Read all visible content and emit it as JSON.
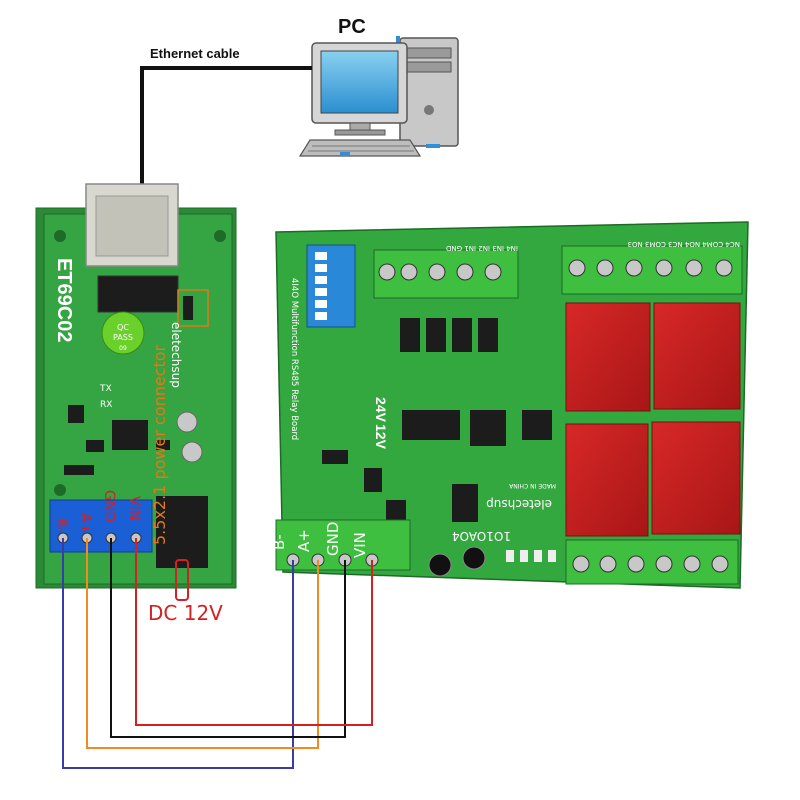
{
  "labels": {
    "pc": "PC",
    "ethernet": "Ethernet cable",
    "power_connector": "5.5x2.1 power connector",
    "dc": "DC 12V"
  },
  "left_board": {
    "model": "ET69C02",
    "brand": "eletechsup",
    "qc_1": "QC",
    "qc_2": "PASS",
    "qc_3": "09",
    "tx": "TX",
    "rx": "RX",
    "terminals": [
      "B-",
      "A+",
      "GND",
      "VIN"
    ]
  },
  "right_board": {
    "model": "1O1OAO4",
    "brand": "eletechsup",
    "made": "MADE IN CHINA",
    "title": "4I4O Multifunction RS485 Relay Board",
    "v24": "24V",
    "v12": "12V",
    "top_labels": "IN4   IN3   IN2   IN1   GND",
    "relay_labels": "NC4 COM4 NO4 NC3 COM3 NO3",
    "terminals": [
      "B-",
      "A+",
      "GND",
      "VIN"
    ]
  },
  "colors": {
    "pcb": "#2f9e3c",
    "terminal_blue": "#1b5fd6",
    "terminal_green": "#3fbf3f",
    "relay_red": "#c81e1e",
    "wire_b": "#3b3ba8",
    "wire_a": "#f08a24",
    "wire_gnd": "#111111",
    "wire_vin": "#d42020",
    "label_red": "#d42020",
    "label_orange": "#e07a18"
  }
}
